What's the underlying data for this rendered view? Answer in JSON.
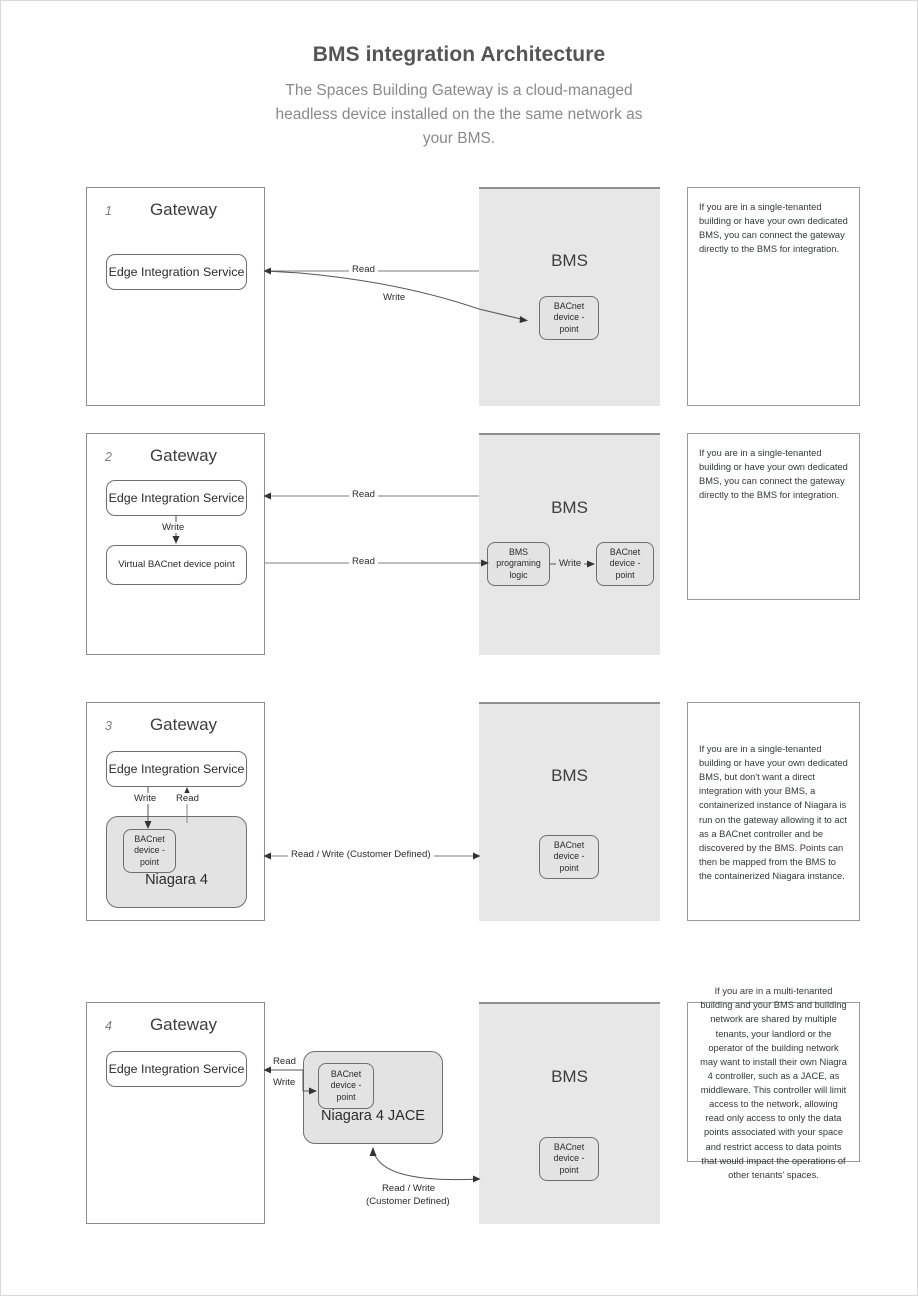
{
  "header": {
    "title": "BMS integration Architecture",
    "subtitle": "The Spaces Building Gateway is a cloud-managed headless device installed on the the same network as your BMS."
  },
  "common": {
    "gateway_label": "Gateway",
    "bms_label": "BMS",
    "edge_integration_service": "Edge Integration Service",
    "bacnet_device_point": "BACnet device - point",
    "read": "Read",
    "write": "Write",
    "read_write_customer_defined": "Read / Write (Customer Defined)",
    "read_write": "Read / Write",
    "customer_defined": "(Customer Defined)"
  },
  "panels": [
    {
      "number": "1",
      "gateway_title": "Gateway",
      "nodes": {
        "edge": "Edge Integration Service",
        "bms_point": "BACnet device - point"
      },
      "connectors": {
        "read": "Read",
        "write": "Write"
      },
      "bms_label": "BMS",
      "note": "  If you are in a single-tenanted building or have your own dedicated BMS, you can connect the gateway directly to the BMS for integration."
    },
    {
      "number": "2",
      "gateway_title": "Gateway",
      "nodes": {
        "edge": "Edge Integration Service",
        "virtual_point": "Virtual BACnet device point",
        "bms_logic": "BMS programing logic",
        "bms_point": "BACnet device - point"
      },
      "connectors": {
        "read_top": "Read",
        "write_internal": "Write",
        "read_bottom": "Read",
        "write_bms": "Write"
      },
      "bms_label": "BMS",
      "note": "  If you are in a single-tenanted building or have your own dedicated BMS, you can connect the gateway directly to the BMS for integration."
    },
    {
      "number": "3",
      "gateway_title": "Gateway",
      "nodes": {
        "edge": "Edge Integration Service",
        "niagara_point": "BACnet device - point",
        "niagara_label": "Niagara 4",
        "bms_point": "BACnet device - point"
      },
      "connectors": {
        "write": "Write",
        "read": "Read",
        "link": "Read / Write (Customer Defined)"
      },
      "bms_label": "BMS",
      "note": "If you are in a single-tenanted building or have your own dedicated BMS, but don't want a direct integration with your BMS, a containerized instance of Niagara is run on the gateway allowing it to act as a BACnet controller and be discovered by the BMS. Points can then be mapped from the BMS to the containerized Niagara instance."
    },
    {
      "number": "4",
      "gateway_title": "Gateway",
      "nodes": {
        "edge": "Edge Integration Service",
        "jace_point": "BACnet device - point",
        "jace_label": "Niagara 4 JACE",
        "bms_point": "BACnet device - point"
      },
      "connectors": {
        "read": "Read",
        "write": "Write",
        "link_line1": "Read / Write",
        "link_line2": "(Customer Defined)"
      },
      "bms_label": "BMS",
      "note": "If you are in a multi-tenanted building and your BMS and building network are shared by multiple tenants, your landlord or the operator of the building network may want to install their own Niagra 4 controller, such as a JACE, as middleware. This controller will limit access to the network, allowing read only access to only the data points associated with your space and restrict access to data points that would impact the operations of other tenants' spaces."
    }
  ],
  "colors": {
    "background": "#ffffff",
    "bms_fill": "#e7e7e7",
    "node_stroke": "#6f6f6f",
    "panel_stroke": "#8d8d8d",
    "title_text": "#555555",
    "subtitle_text": "#8a8a8a",
    "note_text": "#2f3b38"
  }
}
